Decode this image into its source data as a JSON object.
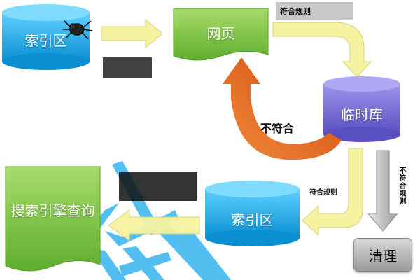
{
  "nodes": {
    "index_top": "索引区",
    "webpage": "网页",
    "temp_db": "临时库",
    "index_bottom": "索引区",
    "search": "搜索引擎查询",
    "cleanup": "清理"
  },
  "labels": {
    "top_right": "符合规则",
    "curve": "不符合",
    "right_mid": "符合规则",
    "right_vertical": "不符合规则"
  },
  "colors": {
    "cyan_db": "#1aa7e6",
    "green_doc": "#7cc242",
    "purple_db": "#7a6fd6",
    "yellow_arrow": "#f6f3a0",
    "orange_arrow": "#e86a1e",
    "gray_button": "#bfbfbf"
  },
  "icons": [
    "spider-icon"
  ]
}
